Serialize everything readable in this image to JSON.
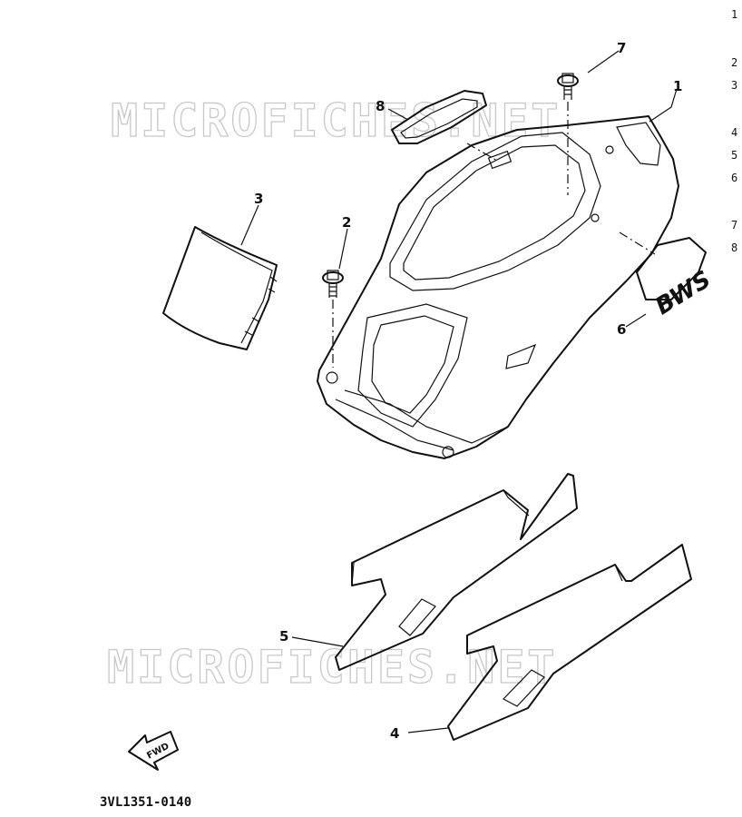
{
  "watermark": {
    "text": "MICROFICHES.NET"
  },
  "drawing": {
    "code": "3VL1351-0140"
  },
  "fwd_arrow": {
    "label": "FWD"
  },
  "emblem": {
    "text": "BWS"
  },
  "callouts": [
    "1",
    "2",
    "3",
    "4",
    "5",
    "6",
    "7",
    "8"
  ],
  "legend_column": [
    "1",
    "2",
    "3",
    "4",
    "5",
    "6",
    "7",
    "8"
  ]
}
